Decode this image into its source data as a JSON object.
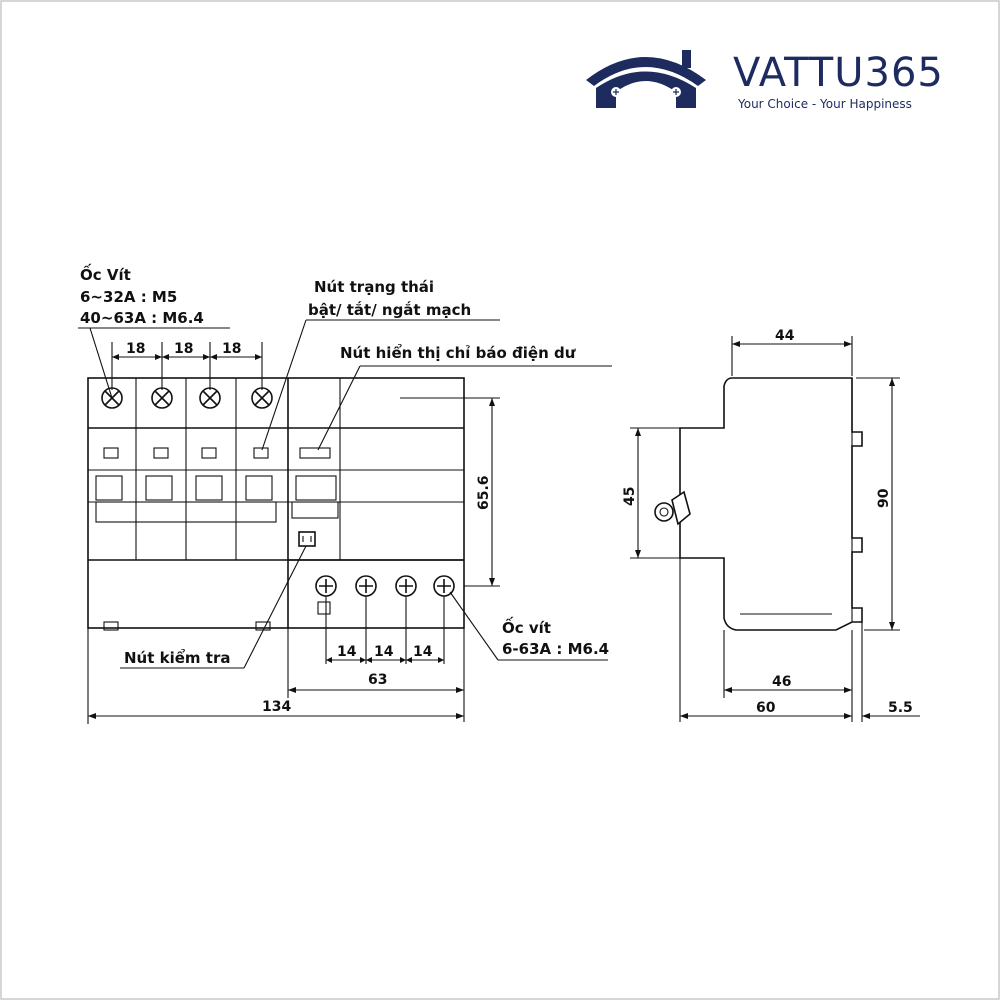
{
  "brand": {
    "name": "VATTU365",
    "tagline": "Your Choice - Your Happiness",
    "color": "#1d2b5e"
  },
  "front_view": {
    "label_screw": {
      "title": "Ốc Vít",
      "line1": "6~32A : M5",
      "line2": "40~63A : M6.4"
    },
    "label_status_button": {
      "line1": "Nút trạng thái",
      "line2": "bật/ tắt/ ngắt mạch"
    },
    "label_residual_indicator": "Nút hiển thị chỉ báo điện dư",
    "label_test_button": "Nút kiểm tra",
    "label_bottom_screw": {
      "title": "Ốc vít",
      "line1": "6-63A : M6.4"
    },
    "dim_pitch": [
      "18",
      "18",
      "18"
    ],
    "dim_height": "65.6",
    "dim_bottom_pitch": [
      "14",
      "14",
      "14"
    ],
    "dim_block": "63",
    "dim_total": "134"
  },
  "side_view": {
    "dim_top": "44",
    "dim_left": "45",
    "dim_right": "90",
    "dim_inner_bottom": "46",
    "dim_bottom": "60",
    "dim_offset": "5.5"
  }
}
